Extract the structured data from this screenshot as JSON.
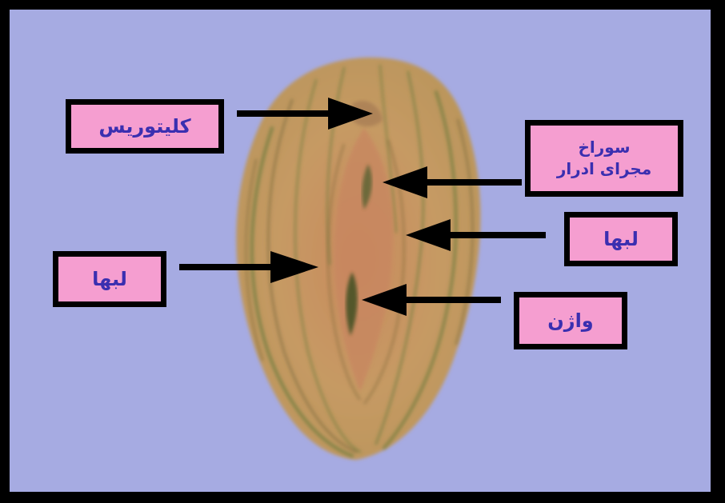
{
  "colors": {
    "background": "#a6abe2",
    "frame": "#000000",
    "label_fill": "#f59ed0",
    "label_text": "#3a2fb0",
    "arrow": "#000000"
  },
  "labels": {
    "clitoris": "کلیتوریس",
    "urethra_line1": "سوراخ",
    "urethra_line2": "مجرای ادرار",
    "lips_right": "لبها",
    "lips_left": "لبها",
    "vagina": "واژن"
  }
}
